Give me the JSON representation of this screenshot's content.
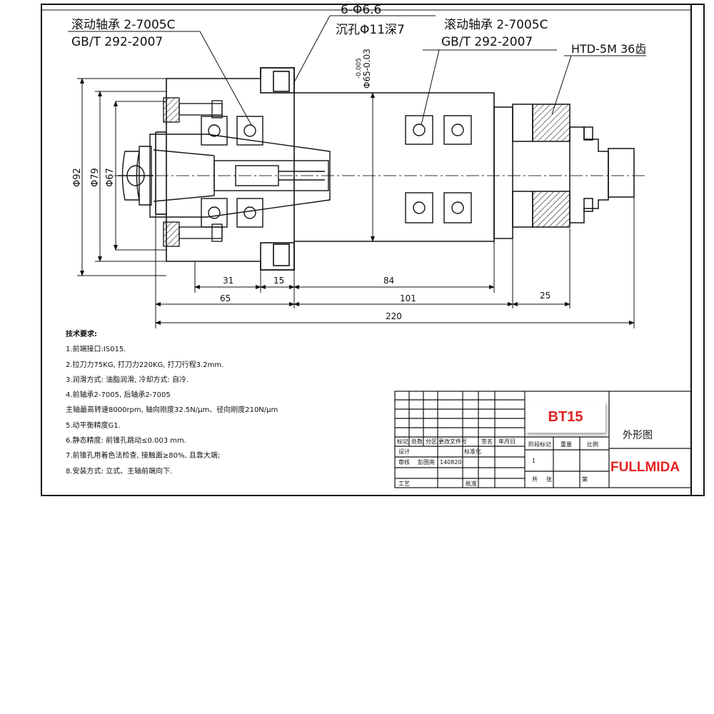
{
  "callouts": {
    "bearing_front_1": "滚动轴承 2-7005C",
    "bearing_front_2": "GB/T 292-2007",
    "holes_1": "6-Φ6.6",
    "holes_2": "沉孔Φ11深7",
    "bearing_rear_1": "滚动轴承 2-7005C",
    "bearing_rear_2": "GB/T 292-2007",
    "pulley": "HTD-5M 36齿",
    "tolerance": "Φ65-0.03",
    "tolerance_upper": "-0.005"
  },
  "dimensions": {
    "d92": "Φ92",
    "d79": "Φ79",
    "d67": "Φ67",
    "l31": "31",
    "l15": "15",
    "l84": "84",
    "l65": "65",
    "l101": "101",
    "l25": "25",
    "l220": "220"
  },
  "requirements": {
    "title": "技术要求:",
    "items": [
      "1.前端接口:IS015.",
      "2.拉刀力75KG, 打刀力220KG, 打刀行程3.2mm.",
      "3.润滑方式: 油脂润滑, 冷却方式: 自冷.",
      "4.前轴承2-7005, 后轴承2-7005",
      "主轴最高转速8000rpm, 轴向刚度32.5N/μm、径向刚度210N/μm",
      "5.动平衡精度G1.",
      "6.静态精度: 前锥孔跳动≤0.003 mm.",
      "7.前锥孔用着色法检查, 接触面≥80%, 且靠大端;",
      "8.安装方式: 立式、主轴前端向下."
    ]
  },
  "title_block": {
    "header_cells": [
      "标记",
      "处数",
      "分区",
      "更改文件号",
      "签名",
      "年月日"
    ],
    "row_design": "设计",
    "row_standard": "标准化",
    "row_check": "审核",
    "row_process": "工艺",
    "row_approve": "批准",
    "designer": "彭国亮",
    "date": "140820",
    "stage": "阶段标记",
    "weight": "重量",
    "scale": "比例",
    "sheet_total": "共",
    "sheet_no": "第",
    "sheet_label": "张",
    "scale_value": "1",
    "drawing_name": "外形图",
    "model": "BT15",
    "brand": "FULLMIDA"
  }
}
